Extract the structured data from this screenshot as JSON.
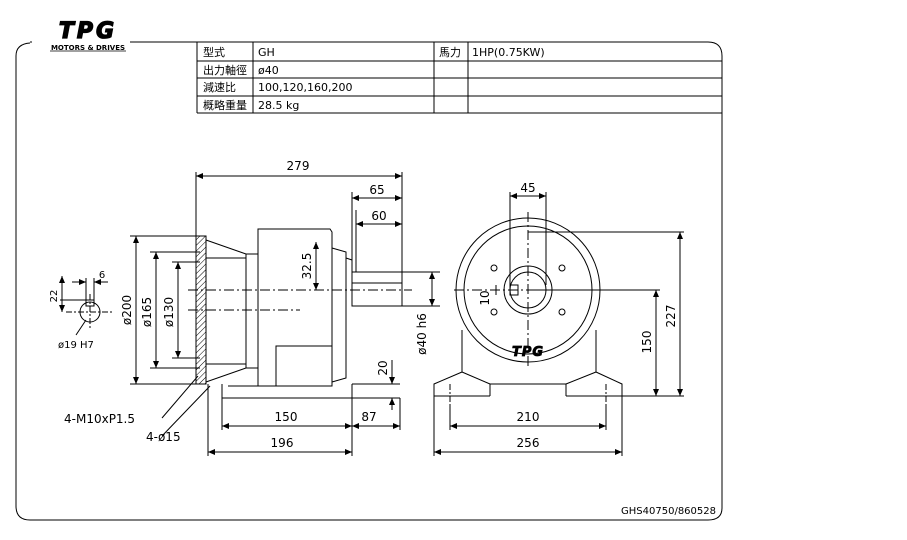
{
  "logo": {
    "mark": "TPG",
    "tagline": "MOTORS & DRIVES"
  },
  "spec_table": {
    "rows": [
      {
        "label": "型式",
        "value": "GH"
      },
      {
        "label": "出力軸徑",
        "value": "ø40"
      },
      {
        "label": "減速比",
        "value": "100,120,160,200"
      },
      {
        "label": "概略重量",
        "value": "28.5 kg"
      }
    ],
    "power_label": "馬力",
    "power_value": "1HP(0.75KW)"
  },
  "side_view": {
    "dim_overall_length": "279",
    "dim_shaft_65": "65",
    "dim_shaft_60": "60",
    "dim_center_32_5": "32.5",
    "dia_200": "ø200",
    "dia_165": "ø165",
    "dia_130": "ø130",
    "dia_shaft": "ø40 h6",
    "dim_foot_20": "20",
    "dim_150": "150",
    "dim_87": "87",
    "dim_196": "196",
    "note_tap": "4-M10xP1.5",
    "note_holes": "4-ø15"
  },
  "key_detail": {
    "dim_22": "22",
    "dim_6": "6",
    "bore": "ø19 H7"
  },
  "front_view": {
    "dim_45": "45",
    "dim_10": "10",
    "dim_227": "227",
    "dim_150": "150",
    "dim_210": "210",
    "dim_256": "256",
    "emblem": "TPG"
  },
  "drawing_number": "GHS40750/860528"
}
